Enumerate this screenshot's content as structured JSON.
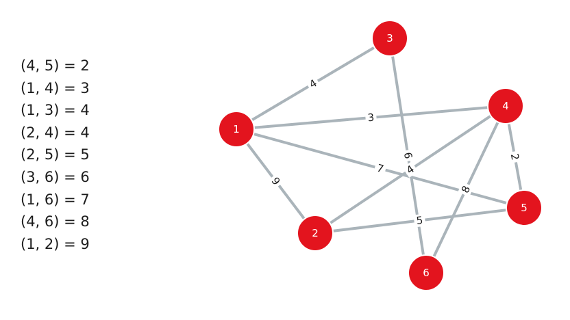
{
  "legend": [
    "(4, 5) = 2",
    "(1, 4) = 3",
    "(1, 3) = 4",
    "(2, 4) = 4",
    "(2, 5) = 5",
    "(3, 6) = 6",
    "(1, 6) = 7",
    "(4, 6) = 8",
    "(1, 2) = 9"
  ],
  "graph": {
    "node_color": "#e3141e",
    "edge_color": "#aab4ba",
    "nodes": [
      {
        "id": "1",
        "label": "1"
      },
      {
        "id": "2",
        "label": "2"
      },
      {
        "id": "3",
        "label": "3"
      },
      {
        "id": "4",
        "label": "4"
      },
      {
        "id": "5",
        "label": "5"
      },
      {
        "id": "6",
        "label": "6"
      }
    ],
    "edges": [
      {
        "source": "1",
        "target": "3",
        "label": "4"
      },
      {
        "source": "1",
        "target": "4",
        "label": "3"
      },
      {
        "source": "1",
        "target": "5",
        "label": "7"
      },
      {
        "source": "1",
        "target": "2",
        "label": "9"
      },
      {
        "source": "3",
        "target": "6",
        "label": "6"
      },
      {
        "source": "2",
        "target": "4",
        "label": "4"
      },
      {
        "source": "2",
        "target": "5",
        "label": "5"
      },
      {
        "source": "4",
        "target": "5",
        "label": "2"
      },
      {
        "source": "4",
        "target": "6",
        "label": "8"
      }
    ]
  }
}
